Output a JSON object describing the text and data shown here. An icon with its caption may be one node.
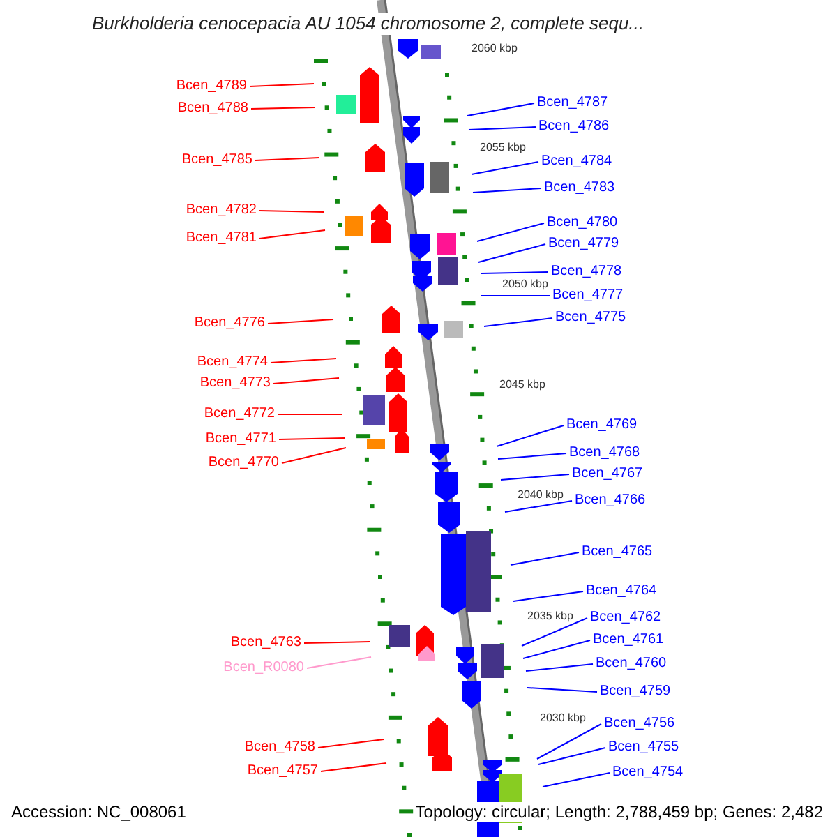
{
  "diagram": {
    "title": "Burkholderia cenocepacia AU 1054 chromosome 2, complete sequ...",
    "nodes": [
      {
        "text": [
          "Bcen_4789"
        ]
      },
      {
        "text": [
          "Bcen_4787"
        ]
      },
      {
        "text": [
          "Bcen_4788"
        ]
      },
      {
        "text": [
          "Bcen_4786"
        ]
      },
      {
        "text": [
          "Bcen_4785"
        ]
      },
      {
        "text": [
          "Bcen_4784"
        ]
      },
      {
        "text": [
          "Bcen_4783"
        ]
      },
      {
        "text": [
          "Bcen_4782"
        ]
      },
      {
        "text": [
          "Bcen_4780"
        ]
      },
      {
        "text": [
          "Bcen_4781"
        ]
      },
      {
        "text": [
          "Bcen_4779"
        ]
      },
      {
        "text": [
          "Bcen_4778"
        ]
      },
      {
        "text": [
          "Bcen_4777"
        ]
      },
      {
        "text": [
          "Bcen_4775"
        ]
      },
      {
        "text": [
          "Bcen_4776"
        ]
      },
      {
        "text": [
          "Bcen_4774"
        ]
      },
      {
        "text": [
          "Bcen_4773"
        ]
      },
      {
        "text": [
          "Bcen_4772"
        ]
      },
      {
        "text": [
          "Bcen_4769"
        ]
      },
      {
        "text": [
          "Bcen_4771"
        ]
      },
      {
        "text": [
          "Bcen_4768"
        ]
      },
      {
        "text": [
          "Bcen_4770"
        ]
      },
      {
        "text": [
          "Bcen_4767"
        ]
      },
      {
        "text": [
          "Bcen_4766"
        ]
      },
      {
        "text": [
          "Bcen_4765"
        ]
      },
      {
        "text": [
          "Bcen_4764"
        ]
      },
      {
        "text": [
          "Bcen_4762"
        ]
      },
      {
        "text": [
          "Bcen_4761"
        ]
      },
      {
        "text": [
          "Bcen_4763"
        ]
      },
      {
        "text": [
          "Bcen_4760"
        ]
      },
      {
        "text": [
          "Bcen_R0080"
        ]
      },
      {
        "text": [
          "Bcen_4759"
        ]
      },
      {
        "text": [
          "Bcen_4756"
        ]
      },
      {
        "text": [
          "Bcen_4758"
        ]
      },
      {
        "text": [
          "Bcen_4755"
        ]
      },
      {
        "text": [
          "Bcen_4757"
        ]
      },
      {
        "text": [
          "Bcen_4754"
        ]
      }
    ],
    "edges": [
      {
        "from": 0,
        "to": null,
        "arrow": "none",
        "color": "#ff0000"
      },
      {
        "from": 1,
        "to": null,
        "arrow": "none"
      },
      {
        "from": 2,
        "to": null,
        "arrow": "none",
        "color": "#ff0000"
      },
      {
        "from": 3,
        "to": null,
        "arrow": "none"
      },
      {
        "from": 4,
        "to": null,
        "arrow": "none",
        "color": "#ff0000"
      },
      {
        "from": 5,
        "to": null,
        "arrow": "none"
      },
      {
        "from": 6,
        "to": null,
        "arrow": "none"
      },
      {
        "from": 7,
        "to": null,
        "arrow": "none",
        "color": "#ff0000"
      },
      {
        "from": 8,
        "to": null,
        "arrow": "none"
      },
      {
        "from": 9,
        "to": null,
        "arrow": "none",
        "color": "#ff0000"
      },
      {
        "from": 10,
        "to": null,
        "arrow": "none"
      },
      {
        "from": 11,
        "to": null,
        "arrow": "none"
      },
      {
        "from": 12,
        "to": null,
        "arrow": "none"
      },
      {
        "from": 13,
        "to": null,
        "arrow": "none"
      },
      {
        "from": 14,
        "to": null,
        "arrow": "none",
        "color": "#ff0000"
      },
      {
        "from": 15,
        "to": null,
        "arrow": "none",
        "color": "#ff0000"
      },
      {
        "from": 16,
        "to": null,
        "arrow": "none",
        "color": "#ff0000"
      },
      {
        "from": 17,
        "to": null,
        "arrow": "none",
        "color": "#ff0000"
      },
      {
        "from": 18,
        "to": null,
        "arrow": "none"
      },
      {
        "from": 19,
        "to": null,
        "arrow": "none",
        "color": "#ff0000"
      },
      {
        "from": 20,
        "to": null,
        "arrow": "none"
      },
      {
        "from": 21,
        "to": null,
        "arrow": "none",
        "color": "#ff0000"
      },
      {
        "from": 22,
        "to": null,
        "arrow": "none"
      },
      {
        "from": 23,
        "to": null,
        "arrow": "none"
      },
      {
        "from": 24,
        "to": null,
        "arrow": "none"
      },
      {
        "from": 25,
        "to": null,
        "arrow": "none"
      },
      {
        "from": 26,
        "to": null,
        "arrow": "none"
      },
      {
        "from": 27,
        "to": null,
        "arrow": "none"
      },
      {
        "from": 28,
        "to": null,
        "arrow": "none",
        "color": "#ff0000"
      },
      {
        "from": 29,
        "to": null,
        "arrow": "none"
      },
      {
        "from": 30,
        "to": null,
        "arrow": "none",
        "color": "#ff99cc"
      },
      {
        "from": 31,
        "to": null,
        "arrow": "none"
      },
      {
        "from": 32,
        "to": null,
        "arrow": "none"
      },
      {
        "from": 33,
        "to": null,
        "arrow": "none",
        "color": "#ff0000"
      },
      {
        "from": 34,
        "to": null,
        "arrow": "none"
      },
      {
        "from": 35,
        "to": null,
        "arrow": "none",
        "color": "#ff0000"
      },
      {
        "from": 36,
        "to": null,
        "arrow": "none"
      }
    ],
    "labels": [
      "2060 kbp",
      "2055 kbp",
      "2050 kbp",
      "2045 kbp",
      "2040 kbp",
      "2035 kbp",
      "2030 kbp",
      "Accession: NC_008061",
      "Topology: circular; Length: 2,788,459 bp; Genes: 2,482"
    ]
  }
}
